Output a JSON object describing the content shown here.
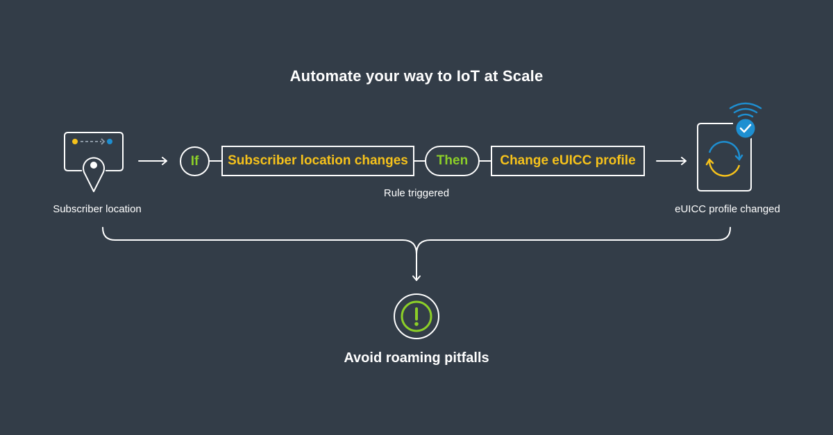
{
  "title": "Automate your way to IoT at Scale",
  "source": {
    "label": "Subscriber location",
    "icon": "map-pin-icon"
  },
  "rule": {
    "if_label": "If",
    "condition": "Subscriber location changes",
    "then_label": "Then",
    "action": "Change eUICC profile",
    "caption": "Rule triggered"
  },
  "result": {
    "label": "eUICC profile changed",
    "icon": "sim-refresh-icon"
  },
  "outcome": {
    "label": "Avoid roaming pitfalls",
    "icon": "warning-icon"
  },
  "colors": {
    "background": "#333d48",
    "yellow": "#f6c21b",
    "green": "#8ccf28",
    "blue": "#1e8fd1"
  }
}
